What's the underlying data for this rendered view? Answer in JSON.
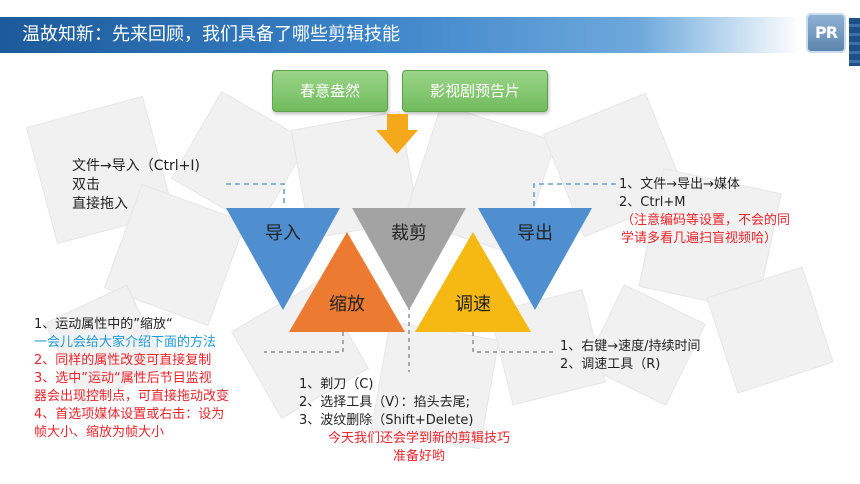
{
  "slide": {
    "title": "温故知新：先来回顾，我们具备了哪些剪辑技能",
    "logo_text": "PR"
  },
  "projects": [
    {
      "label": "春意盎然"
    },
    {
      "label": "影视剧预告片"
    }
  ],
  "skills": {
    "import": "导入",
    "cut": "裁剪",
    "export": "导出",
    "scale": "缩放",
    "speed": "调速"
  },
  "notes": {
    "import": [
      "文件→导入（Ctrl+I)",
      "双击",
      "直接拖入"
    ],
    "export": {
      "lines": [
        "1、文件→导出→媒体",
        "2、Ctrl+M"
      ],
      "tip": [
        "（注意编码等设置，不会的同",
        "学请多看几遍扫盲视频哈）"
      ]
    },
    "scale": {
      "line1": "1、运动属性中的”缩放“",
      "line1_blue": "一会儿会给大家介绍下面的方法",
      "red_lines": [
        "2、同样的属性改变可直接复制",
        "3、选中”运动“属性后节目监视",
        "器会出现控制点，可直接拖动改变",
        "4、首选项媒体设置或右击：设为",
        "帧大小、缩放为帧大小"
      ]
    },
    "speed": [
      "1、右键→速度/持续时间",
      "2、调速工具（R)"
    ],
    "cut": {
      "lines": [
        "1、剃刀（C)",
        "2、选择工具（V）：掐头去尾;",
        "3、波纹删除（Shift+Delete)"
      ],
      "tip": [
        "今天我们还会学到新的剪辑技巧",
        "准备好哟"
      ]
    }
  },
  "colors": {
    "blue_triangle": "#4f8fd0",
    "gray_triangle": "#a3a3a3",
    "orange_triangle": "#ec7a31",
    "yellow_triangle": "#f6b913",
    "arrow": "#f4a81a",
    "title_bar": "#2e6fb4",
    "green_button": "#7dc266"
  }
}
